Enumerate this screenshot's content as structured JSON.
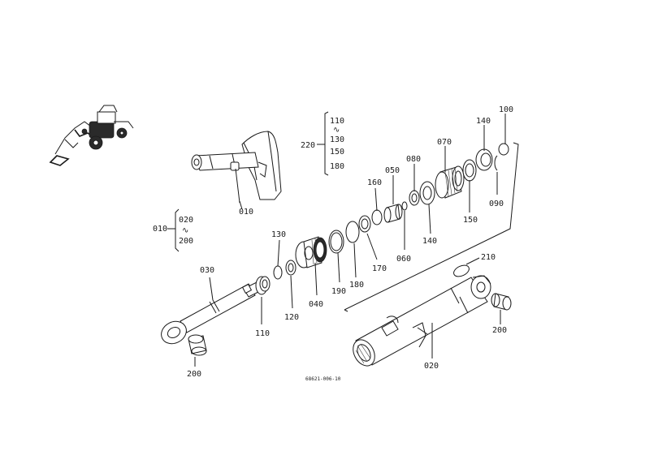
{
  "diagram_code": "68621-006-10",
  "parts": {
    "p010": "010",
    "p010_kit": "010",
    "p020": "020",
    "p020_kit": "020",
    "p030": "030",
    "p040": "040",
    "p050": "050",
    "p060": "060",
    "p070": "070",
    "p080": "080",
    "p090": "090",
    "p100": "100",
    "p110": "110",
    "p120": "120",
    "p130": "130",
    "p140_a": "140",
    "p140_b": "140",
    "p150": "150",
    "p160": "160",
    "p170": "170",
    "p180": "180",
    "p190": "190",
    "p200_a": "200",
    "p200_b": "200",
    "p200_kit": "200",
    "p210": "210"
  },
  "kit_220": {
    "label": "220",
    "items": [
      "110",
      "130",
      "150",
      "180"
    ],
    "range_mark": "∿"
  },
  "kit_010": {
    "range_mark": "∿"
  }
}
